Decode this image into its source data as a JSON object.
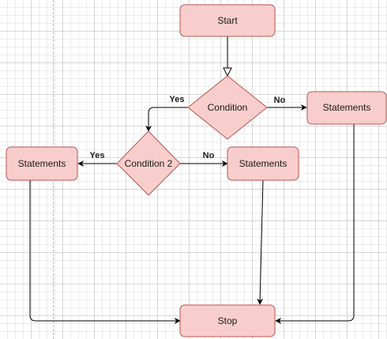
{
  "colors": {
    "node_fill": "#f8cecc",
    "node_stroke": "#b85450",
    "edge": "#000000"
  },
  "nodes": {
    "start": "Start",
    "condition": "Condition",
    "statements_right": "Statements",
    "condition2": "Condition 2",
    "statements_left": "Statements",
    "statements_middle": "Statements",
    "stop": "Stop"
  },
  "edge_labels": {
    "condition_yes": "Yes",
    "condition_no": "No",
    "condition2_yes": "Yes",
    "condition2_no": "No"
  }
}
